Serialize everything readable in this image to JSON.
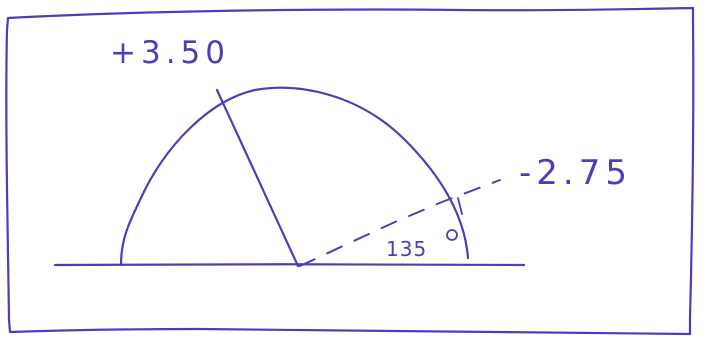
{
  "colors": {
    "ink": "#4b3fb7",
    "background": "#ffffff"
  },
  "labels": {
    "top_power": "+3.50",
    "right_power": "-2.75",
    "axis_angle": "135"
  },
  "angle_marker": "degree-symbol"
}
